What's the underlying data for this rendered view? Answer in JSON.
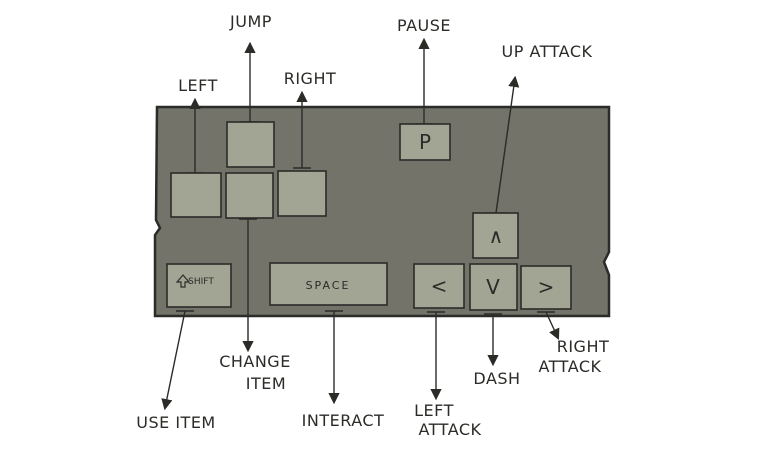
{
  "labels": {
    "jump": "JUMP",
    "pause": "PAUSE",
    "up_attack": "UP ATTACK",
    "left": "LEFT",
    "right": "RIGHT",
    "right_attack_1": "RIGHT",
    "right_attack_2": "ATTACK",
    "change_item_1": "CHANGE",
    "change_item_2": "ITEM",
    "use_item": "USE ITEM",
    "interact": "INTERACT",
    "left_attack_1": "LEFT",
    "left_attack_2": "ATTACK",
    "dash": "DASH"
  },
  "keys": {
    "pause": "P",
    "shift": "SHIFT",
    "space": "SPACE",
    "up": "∧",
    "down": "V",
    "left": "<",
    "right": ">"
  },
  "icons": {
    "shift_arrow": "up-arrow-icon"
  }
}
